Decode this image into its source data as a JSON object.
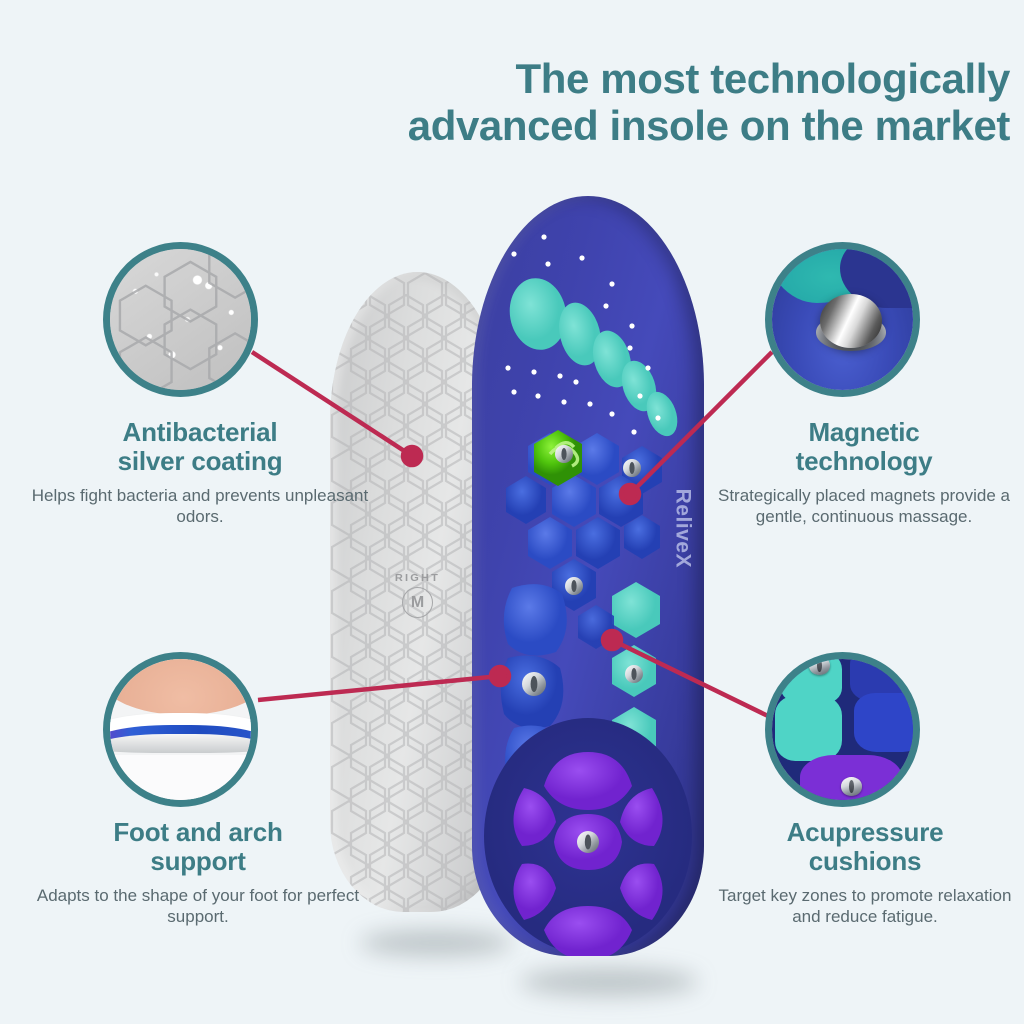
{
  "page": {
    "background_color": "#eef4f7",
    "accent_teal": "#3d7d86",
    "connector_color": "#bd2a52",
    "body_text_color": "#5a6a70"
  },
  "header": {
    "title_line1": "The most technologically",
    "title_line2": "advanced insole on the market"
  },
  "features": [
    {
      "id": "antibacterial",
      "title_line1": "Antibacterial",
      "title_line2": "silver coating",
      "description": "Helps fight bacteria and prevents unpleasant odors.",
      "callout_image": "silver-hexagon-coating-closeup"
    },
    {
      "id": "magnetic",
      "title_line1": "Magnetic",
      "title_line2": "technology",
      "description": "Strategically placed magnets provide a gentle, continuous massage.",
      "callout_image": "chrome-magnet-ball-closeup"
    },
    {
      "id": "arch",
      "title_line1": "Foot and arch",
      "title_line2": "support",
      "description": "Adapts to the shape of your foot for perfect support.",
      "callout_image": "foot-arch-cross-section-closeup"
    },
    {
      "id": "acupressure",
      "title_line1": "Acupressure",
      "title_line2": "cushions",
      "description": "Target key zones to promote relaxation and reduce fatigue.",
      "callout_image": "acupressure-cushion-pads-closeup"
    }
  ],
  "product": {
    "blue_insole": {
      "brand_text": "ReliveX",
      "base_color": "#3f43ad",
      "toe_pad_color": "#5ed3c6",
      "arch_pad_color": "#2f5ad6",
      "heel_pad_color": "#7b2fd6",
      "logo_color": "#4fd119"
    },
    "gray_insole": {
      "side_label": "RIGHT",
      "size_label": "M",
      "base_color": "#dcdddd"
    }
  }
}
